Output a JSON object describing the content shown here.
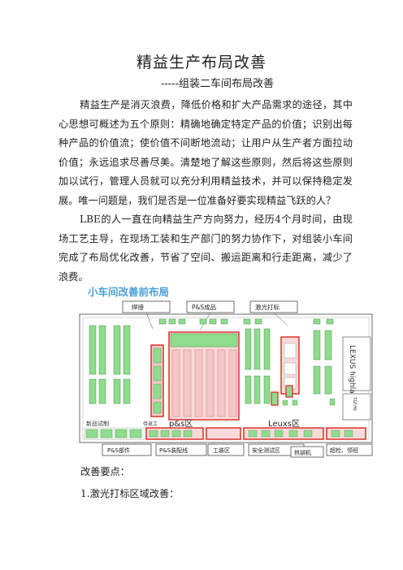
{
  "document": {
    "title": "精益生产布局改善",
    "subtitle": "-----组装二车间布局改善",
    "paragraph1": "精益生产是消灭浪费，降低价格和扩大产品需求的途径，其中心思想可概述为五个原则：精确地确定特定产品的价值；识别出每种产品的价值流；使价值不间断地流动；让用户从生产者方面拉动价值；永远追求尽善尽美。清楚地了解这些原则，然后将这些原则加以试行，管理人员就可以充分利用精益技术，并可以保持稳定发展。唯一问题是，我们是否是一位准备好要实现精益飞跃的人？",
    "paragraph2": "LBE的人一直在向精益生产方向努力，经历4个月时间，由现场工艺主导，在现场工装和生产部门的努力协作下，对组装小车间完成了布局优化改善，节省了空间、搬运距离和行走距离，减少了浪费。",
    "diagram_caption": "小车间改善前布局",
    "key_points": "改善要点：",
    "item1": "1.激光打标区域改善："
  },
  "layout_diagram": {
    "top_labels": [
      "焊接",
      "P&S成品",
      "激光打标"
    ],
    "bottom_labels": [
      "P&S部件",
      "P&S装配线",
      "工装区",
      "安全测试区",
      "热铆机",
      "",
      "超检、领班"
    ],
    "region_labels": [
      "p&s区",
      "Leuxs区"
    ],
    "left_label": "新品试制",
    "left_label2": "待返工",
    "side_label": "LEXUS highland",
    "small_label": "T&F/Ht"
  },
  "colors": {
    "highlight_red": "#d9251d",
    "caption_blue": "#4aa0d8",
    "fixture_green": "#8fdc8f",
    "zone_pink": "#f4c8c8"
  }
}
